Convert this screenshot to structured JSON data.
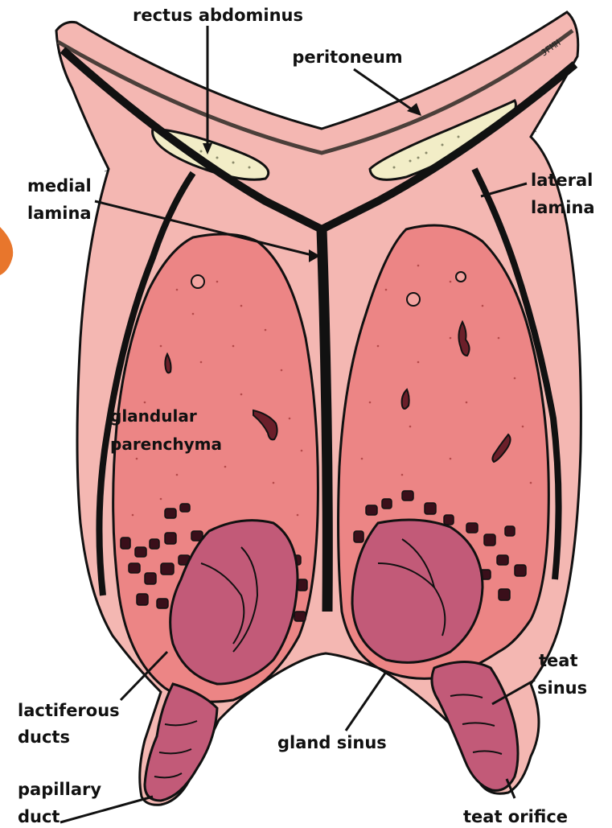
{
  "labels": {
    "rectus_abdominus": "rectus abdominus",
    "peritoneum": "peritoneum",
    "medial_lamina": [
      "medial",
      "lamina"
    ],
    "lateral_lamina": [
      "lateral",
      "lamina"
    ],
    "glandular_parenchyma": [
      "glandular",
      "parenchyma"
    ],
    "teat_sinus": [
      "teat",
      "sinus"
    ],
    "lactiferous_ducts": [
      "lactiferous",
      "ducts"
    ],
    "gland_sinus": "gland sinus",
    "papillary_duct": [
      "papillary",
      "duct"
    ],
    "teat_orifice": "teat orifice"
  },
  "signature": "JFMH",
  "colors": {
    "skin": "#f4b7b2",
    "skin_inner": "#f7c4bf",
    "parenchyma": "#ec8585",
    "parenchyma_light": "#f3a3a0",
    "sinus": "#c25a78",
    "muscle": "#f2edc7",
    "outline": "#111111",
    "accent_orange": "#e8762c"
  }
}
